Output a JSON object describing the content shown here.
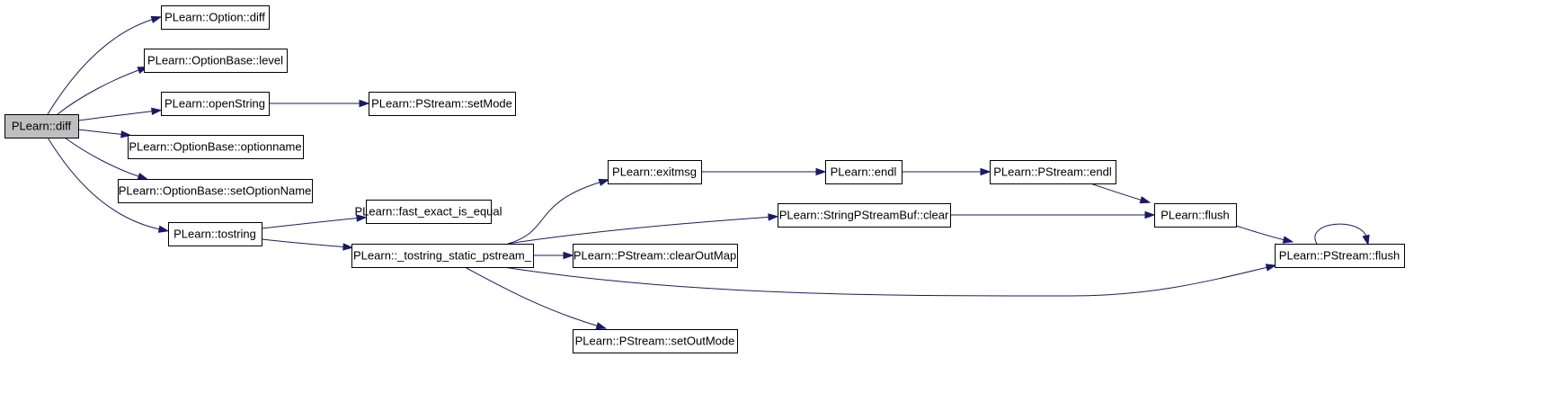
{
  "diagram": {
    "type": "call-graph",
    "root": "diff",
    "nodes": [
      {
        "id": "diff",
        "label": "PLearn::diff",
        "highlight": true
      },
      {
        "id": "option_diff",
        "label": "PLearn::Option::diff"
      },
      {
        "id": "level",
        "label": "PLearn::OptionBase::level"
      },
      {
        "id": "openString",
        "label": "PLearn::openString"
      },
      {
        "id": "setMode",
        "label": "PLearn::PStream::setMode"
      },
      {
        "id": "optionname",
        "label": "PLearn::OptionBase::optionname"
      },
      {
        "id": "setOptionName",
        "label": "PLearn::OptionBase::setOptionName"
      },
      {
        "id": "tostring",
        "label": "PLearn::tostring"
      },
      {
        "id": "fast_exact",
        "label": "PLearn::fast_exact_is_equal"
      },
      {
        "id": "tostring_static",
        "label": "PLearn::_tostring_static_pstream_"
      },
      {
        "id": "exitmsg",
        "label": "PLearn::exitmsg"
      },
      {
        "id": "endl",
        "label": "PLearn::endl"
      },
      {
        "id": "pstream_endl",
        "label": "PLearn::PStream::endl"
      },
      {
        "id": "sps_clear",
        "label": "PLearn::StringPStreamBuf::clear"
      },
      {
        "id": "flush",
        "label": "PLearn::flush"
      },
      {
        "id": "clearOutMap",
        "label": "PLearn::PStream::clearOutMap"
      },
      {
        "id": "pstream_flush",
        "label": "PLearn::PStream::flush"
      },
      {
        "id": "setOutMode",
        "label": "PLearn::PStream::setOutMode"
      }
    ],
    "edges": [
      {
        "from": "diff",
        "to": "option_diff"
      },
      {
        "from": "diff",
        "to": "level"
      },
      {
        "from": "diff",
        "to": "openString"
      },
      {
        "from": "diff",
        "to": "optionname"
      },
      {
        "from": "diff",
        "to": "setOptionName"
      },
      {
        "from": "diff",
        "to": "tostring"
      },
      {
        "from": "openString",
        "to": "setMode"
      },
      {
        "from": "tostring",
        "to": "fast_exact"
      },
      {
        "from": "tostring",
        "to": "tostring_static"
      },
      {
        "from": "tostring_static",
        "to": "exitmsg"
      },
      {
        "from": "tostring_static",
        "to": "sps_clear"
      },
      {
        "from": "tostring_static",
        "to": "clearOutMap"
      },
      {
        "from": "tostring_static",
        "to": "pstream_flush"
      },
      {
        "from": "tostring_static",
        "to": "setOutMode"
      },
      {
        "from": "exitmsg",
        "to": "endl"
      },
      {
        "from": "endl",
        "to": "pstream_endl"
      },
      {
        "from": "pstream_endl",
        "to": "flush"
      },
      {
        "from": "sps_clear",
        "to": "flush"
      },
      {
        "from": "flush",
        "to": "pstream_flush"
      },
      {
        "from": "pstream_flush",
        "to": "pstream_flush"
      }
    ],
    "colors": {
      "edge": "#191970",
      "node_border": "#000000",
      "node_fill": "#ffffff",
      "root_fill": "#bfbfbf",
      "background": "#ffffff"
    }
  }
}
